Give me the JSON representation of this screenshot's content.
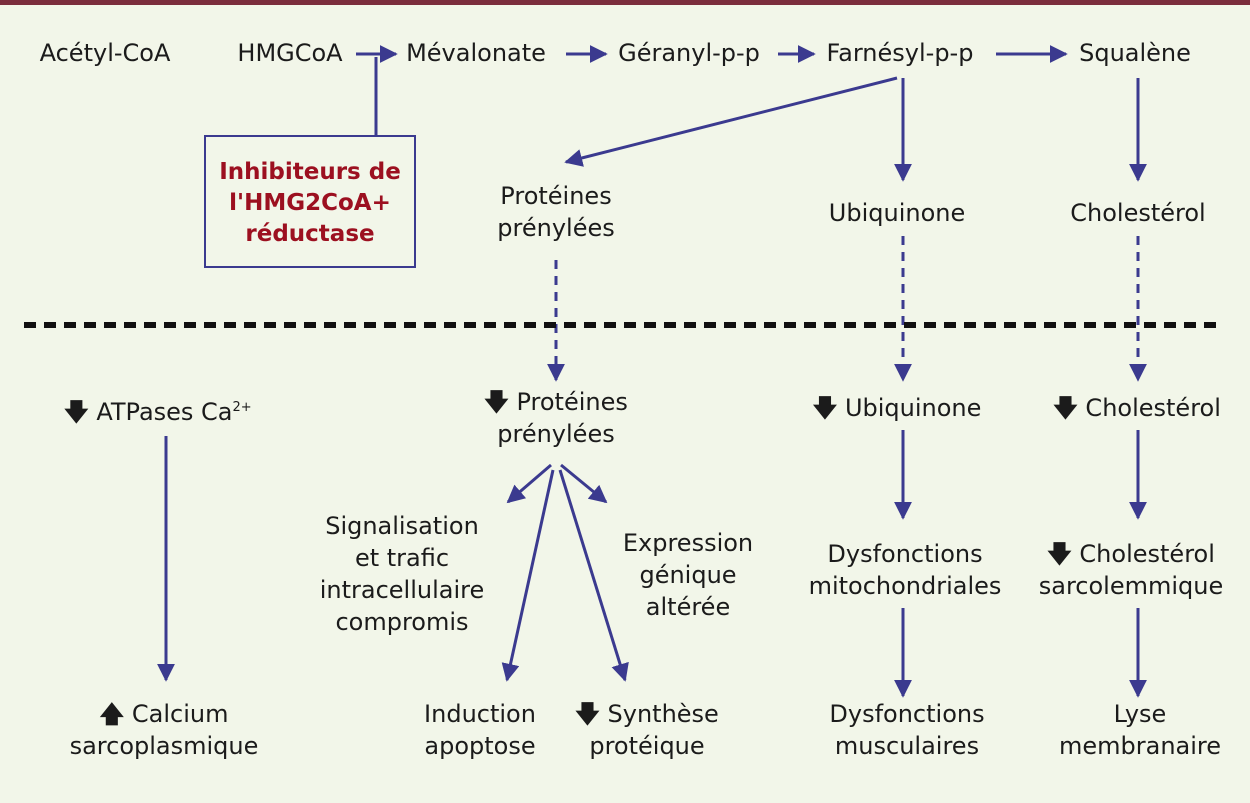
{
  "pathway": {
    "acetyl": "Acétyl-CoA",
    "hmgcoa": "HMGCoA",
    "mevalonate": "Mévalonate",
    "geranyl": "Géranyl-p-p",
    "farnesyl": "Farnésyl-p-p",
    "squalene": "Squalène"
  },
  "inhibitor": {
    "line1": "Inhibiteurs de",
    "line2": "l'HMG2CoA+",
    "line3": "réductase"
  },
  "products": {
    "proteines_l1": "Protéines",
    "proteines_l2": "prénylées",
    "ubiquinone": "Ubiquinone",
    "cholesterol": "Cholestérol"
  },
  "effects": {
    "atpases": "ATPases Ca",
    "atpases_sup": "2+",
    "proteines_l1": "Protéines",
    "proteines_l2": "prénylées",
    "ubiquinone": "Ubiquinone",
    "cholesterol": "Cholestérol"
  },
  "consequences": {
    "signal_l1": "Signalisation",
    "signal_l2": "et trafic",
    "signal_l3": "intracellulaire",
    "signal_l4": "compromis",
    "expr_l1": "Expression",
    "expr_l2": "génique",
    "expr_l3": "altérée",
    "dysmito_l1": "Dysfonctions",
    "dysmito_l2": "mitochondriales",
    "cholsarc_l1": "Cholestérol",
    "cholsarc_l2": "sarcolemmique"
  },
  "outcomes": {
    "calcium_l1": "Calcium",
    "calcium_l2": "sarcoplasmique",
    "induction_l1": "Induction",
    "induction_l2": "apoptose",
    "synthese_l1": "Synthèse",
    "synthese_l2": "protéique",
    "dysmusc_l1": "Dysfonctions",
    "dysmusc_l2": "musculaires",
    "lyse_l1": "Lyse",
    "lyse_l2": "membranaire"
  },
  "symbols": {
    "down": "🡇",
    "up": "🡅"
  },
  "colors": {
    "arrow": "#3b3a8f",
    "inhibitor_text": "#9c1020",
    "top_bar": "#7b2d3c",
    "background": "#f2f6e9"
  }
}
